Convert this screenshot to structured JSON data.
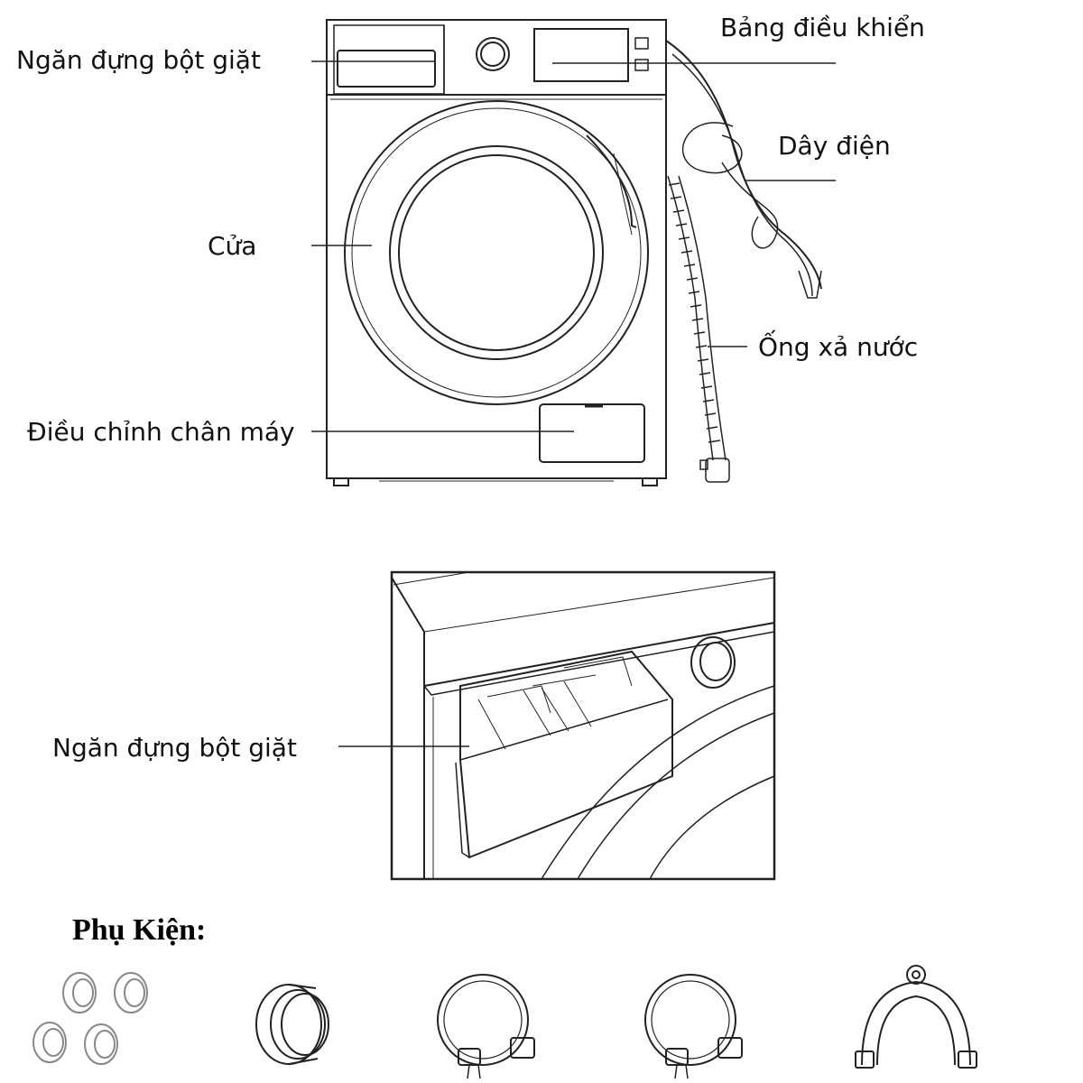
{
  "diagram": {
    "labels": {
      "detergent_drawer_top": "Ngăn đựng bột giặt",
      "control_panel": "Bảng điều khiển",
      "power_cord": "Dây điện",
      "door": "Cửa",
      "drain_hose": "Ống xả nước",
      "foot_adjust": "Điều chỉnh chân máy",
      "detergent_drawer_detail": "Ngăn đựng bột giặt"
    },
    "accessories_heading": "Phụ Kiện:",
    "accessories": [
      {
        "icon": "caps-set-icon"
      },
      {
        "icon": "seal-ring-icon"
      },
      {
        "icon": "inlet-hose-icon"
      },
      {
        "icon": "inlet-hose-icon"
      },
      {
        "icon": "u-bend-hook-icon"
      }
    ]
  }
}
